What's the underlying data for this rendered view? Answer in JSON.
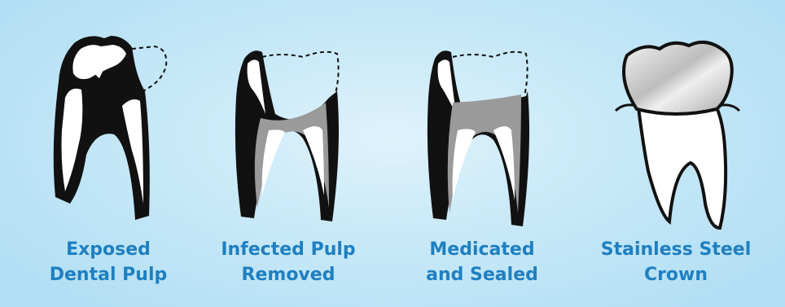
{
  "stages": [
    {
      "line1": "Exposed",
      "line2": "Dental Pulp"
    },
    {
      "line1": "Infected Pulp",
      "line2": "Removed"
    },
    {
      "line1": "Medicated",
      "line2": "and Sealed"
    },
    {
      "line1": "Stainless Steel",
      "line2": "Crown"
    }
  ],
  "colors": {
    "background": "#c9e9f8",
    "caption": "#1f7fc0",
    "outline": "#111111",
    "pulp_exposed": "#111111",
    "pulp_removed": "#9a9a9a",
    "crown_steel": "#d0d0d0"
  }
}
